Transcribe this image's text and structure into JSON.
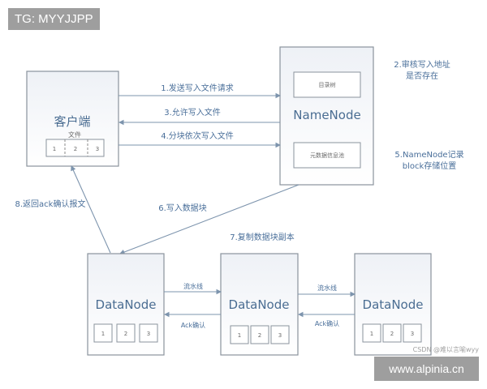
{
  "watermarks": {
    "tg": "TG: MYYJJPP",
    "site": "www.alpinia.cn",
    "csdn": "CSDN @难以言喻wyy"
  },
  "client": {
    "title": "客户端",
    "file_label": "文件",
    "blocks": [
      "1",
      "2",
      "3"
    ]
  },
  "namenode": {
    "title": "NameNode",
    "sub1": "目录树",
    "sub2": "元数据信息池"
  },
  "datanodes": [
    {
      "title": "DataNode",
      "blocks": [
        "1",
        "2",
        "3"
      ]
    },
    {
      "title": "DataNode",
      "blocks": [
        "1",
        "2",
        "3"
      ]
    },
    {
      "title": "DataNode",
      "blocks": [
        "1",
        "2",
        "3"
      ]
    }
  ],
  "steps": {
    "s1": "1.发送写入文件请求",
    "s2a": "2.审核写入地址",
    "s2b": "是否存在",
    "s3": "3.允许写入文件",
    "s4": "4.分块依次写入文件",
    "s5a": "5.NameNode记录",
    "s5b": "block存储位置",
    "s6": "6.写入数据块",
    "s7": "7.复制数据块副本",
    "s8": "8.返回ack确认报文",
    "pipe1": "流水线",
    "pipe2": "流水线",
    "ack1": "Ack确认",
    "ack2": "Ack确认"
  },
  "colors": {
    "line": "#7d94ad",
    "text": "#4a6f9a"
  }
}
